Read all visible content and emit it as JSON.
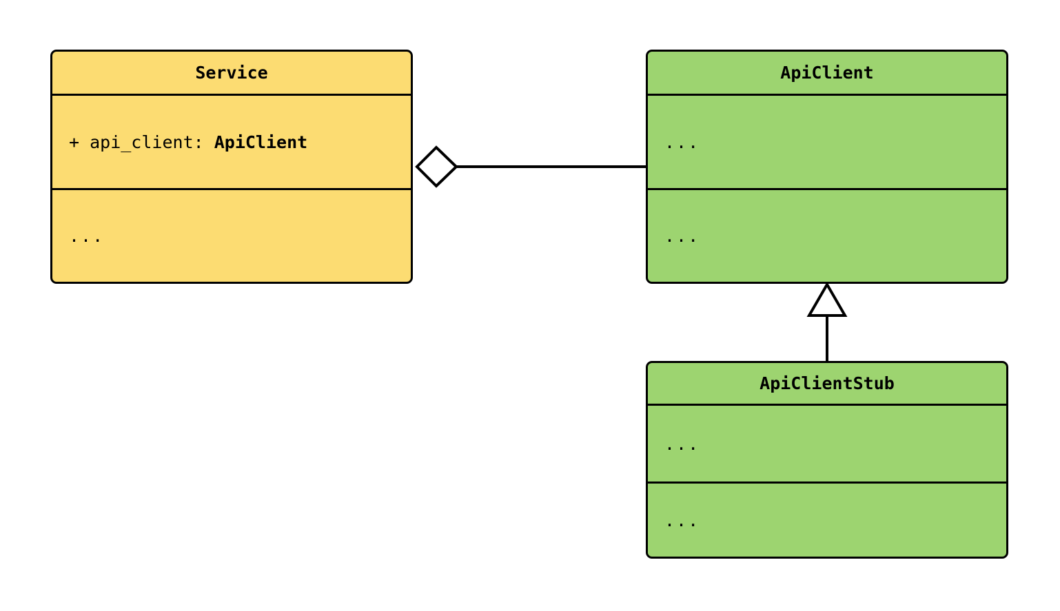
{
  "diagram": {
    "kind": "uml-class-diagram",
    "background": "#ffffff",
    "line_color": "#000000",
    "classes": [
      {
        "id": "service",
        "name": "Service",
        "fill": "#fcdc72",
        "attributes": "+ api_client: ",
        "attribute_visibility": "+",
        "attribute_name": "api_client",
        "attribute_type": "ApiClient",
        "operations": "..."
      },
      {
        "id": "apiclient",
        "name": "ApiClient",
        "fill": "#9dd470",
        "attributes": "...",
        "operations": "..."
      },
      {
        "id": "apiclientstub",
        "name": "ApiClientStub",
        "fill": "#9dd470",
        "attributes": "...",
        "operations": "..."
      }
    ],
    "relationships": [
      {
        "id": "service-aggregates-apiclient",
        "type": "aggregation",
        "marker": "hollow-diamond",
        "source": "Service",
        "target": "ApiClient",
        "label": ""
      },
      {
        "id": "apiclientstub-inherits-apiclient",
        "type": "generalization",
        "marker": "hollow-triangle",
        "source": "ApiClientStub",
        "target": "ApiClient",
        "label": ""
      }
    ]
  }
}
